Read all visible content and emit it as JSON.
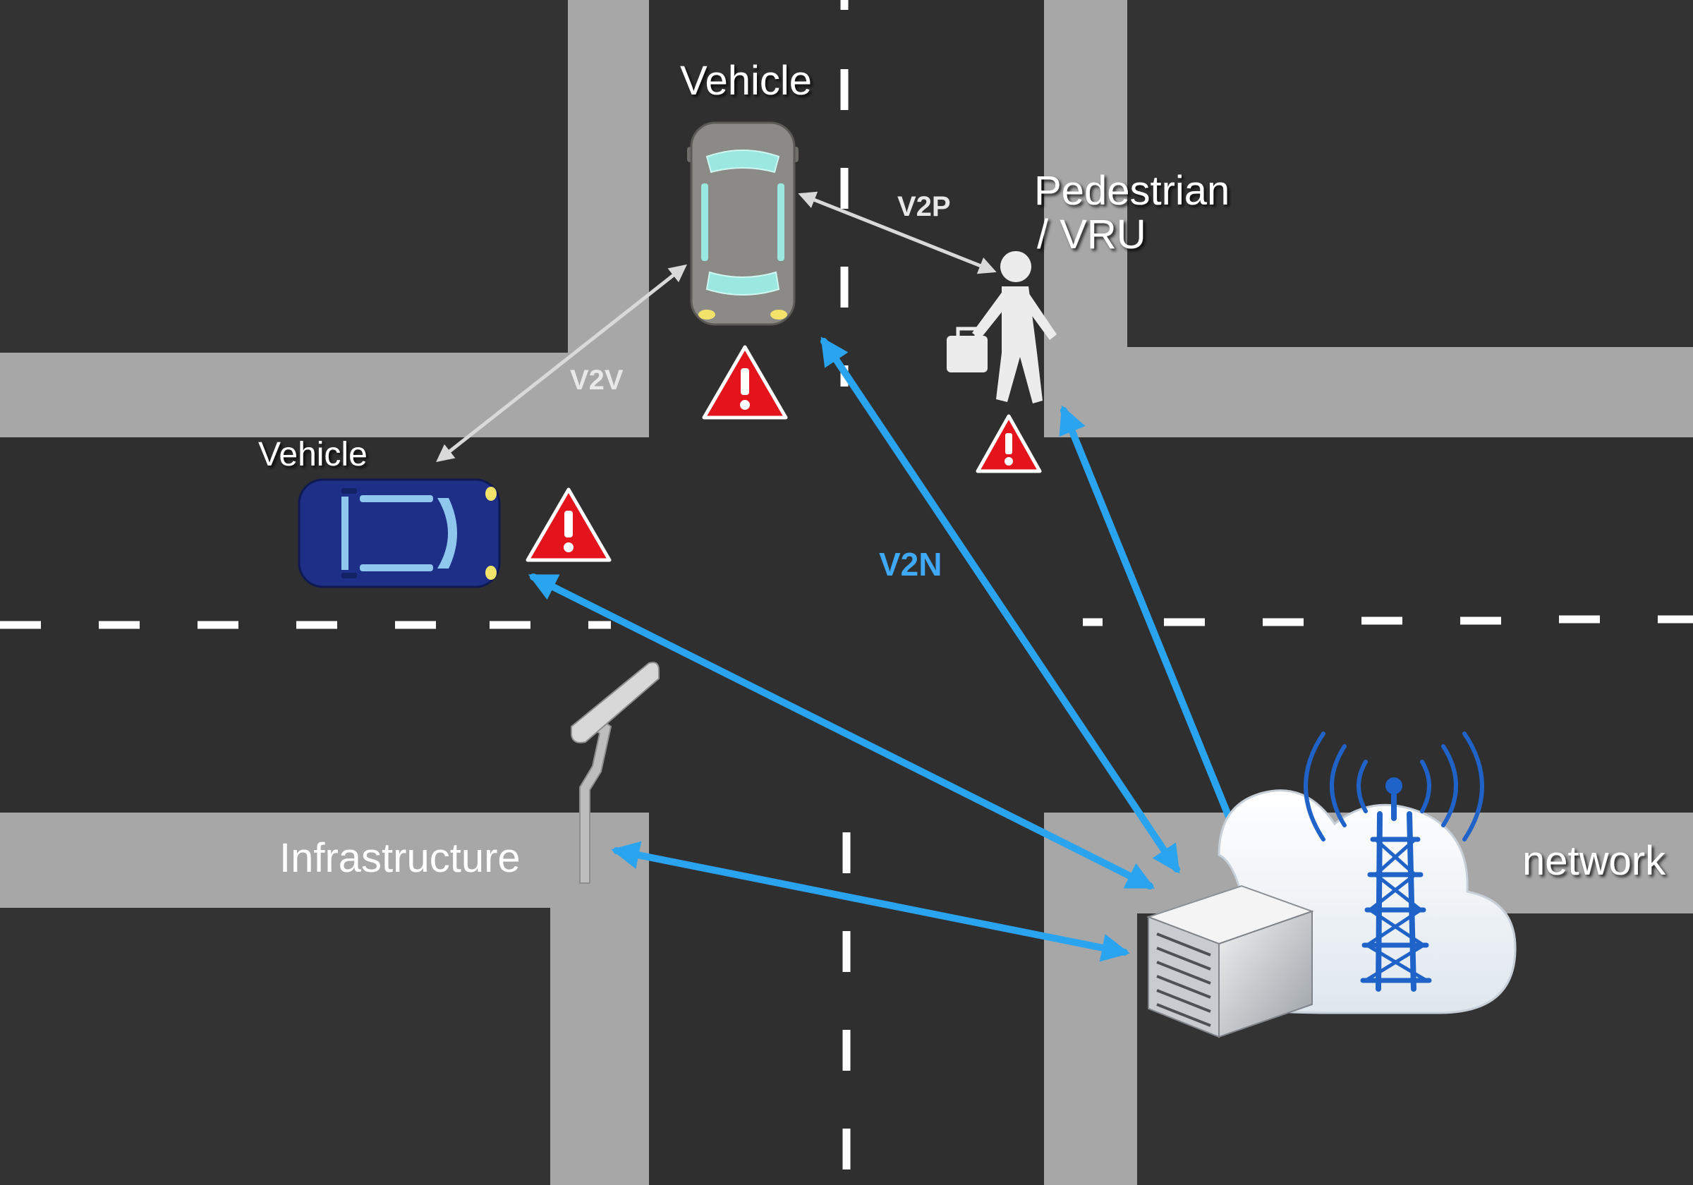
{
  "labels": {
    "vehicle_top": "Vehicle",
    "vehicle_left": "Vehicle",
    "pedestrian_line1": "Pedestrian",
    "pedestrian_line2": "/ VRU",
    "infrastructure": "Infrastructure",
    "network": "network",
    "v2v": "V2V",
    "v2p": "V2P",
    "v2n": "V2N"
  },
  "colors": {
    "road": "#2f2f30",
    "block": "#333334",
    "sidewalk": "#a7a7a7",
    "lane_marking": "#ffffff",
    "link_v2n": "#2aa4ef",
    "link_local": "#d9d9d9",
    "warning": "#e3141b",
    "vehicle_top": "#8c8a86",
    "vehicle_left": "#1d2f86",
    "tower": "#1f63c9"
  },
  "icons": {
    "vehicle_top": "car-icon",
    "vehicle_left": "car-icon",
    "pedestrian": "pedestrian-icon",
    "infrastructure": "street-light-icon",
    "server": "server-icon",
    "cloud": "cloud-icon",
    "tower": "cell-tower-icon",
    "warning": "warning-icon"
  }
}
